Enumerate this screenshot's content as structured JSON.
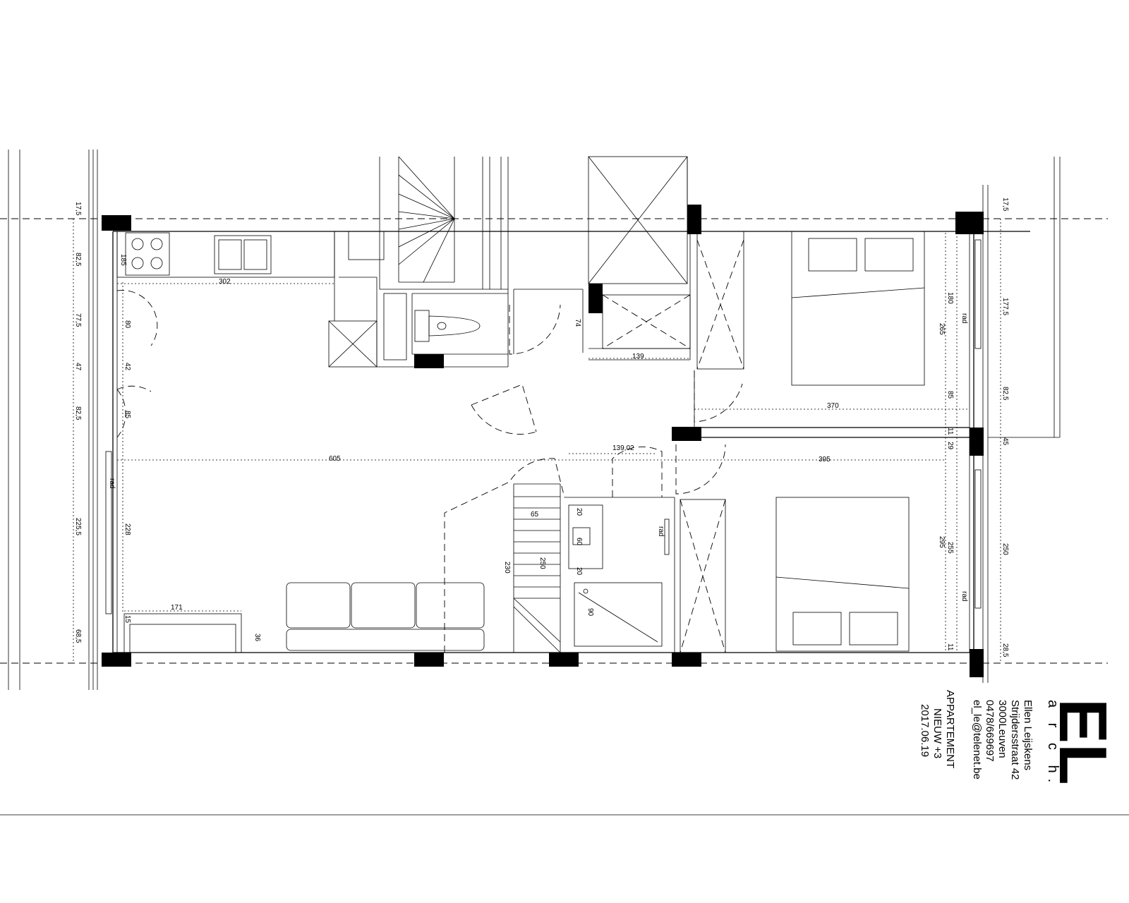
{
  "title_block": {
    "logo": "EL",
    "logo_sub": "a r c h.",
    "name": "Ellen Leijskens",
    "street": "Strijdersstraat 42",
    "city": "3000Leuven",
    "phone": "0478/669697",
    "email": "el_le@telenet.be",
    "project": "APPARTEMENT",
    "level": "NIEUW +3",
    "date": "2017.06.19"
  },
  "dimensions": {
    "left_chain": [
      "17,5",
      "82,5",
      "77,5",
      "47",
      "82,5",
      "225,5",
      "68,5"
    ],
    "right_chain": [
      "17,5",
      "177,5",
      "82,5",
      "45",
      "250",
      "28,5"
    ],
    "inner_left": [
      "80",
      "42",
      "85",
      "228",
      "15",
      "36"
    ],
    "kitchen_width": "302",
    "kitchen_depth": "185",
    "living_width": "605",
    "sofa_wall": "171",
    "hall_width": "139,02",
    "wc_door": "74",
    "bath_width": "139",
    "bedroom1_width": "370",
    "bedroom2_width": "395",
    "bedroom1_depth": "265",
    "bedroom2_depth": "295",
    "bed1_inner": "180",
    "bed1_lower": "85",
    "bed2_inner": "255",
    "wall_11a": "11",
    "wall_29": "29",
    "wall_11b": "11",
    "stair_width": "65",
    "stair_230": "230",
    "stair_250": "250",
    "bath_20a": "20",
    "bath_60": "60",
    "bath_20b": "20",
    "shower_90": "90",
    "rad": "rad"
  }
}
